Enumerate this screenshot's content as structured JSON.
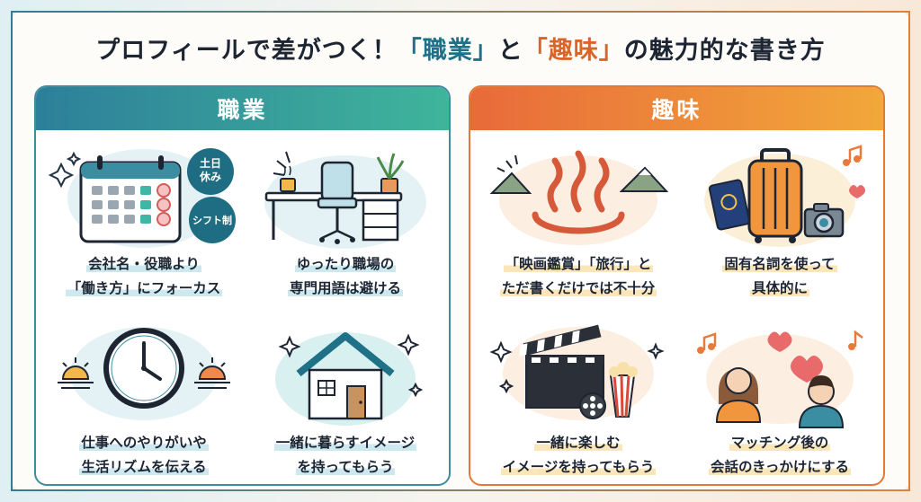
{
  "title": {
    "prefix": "プロフィールで差がつく！",
    "part1": "「職業」",
    "middle": "と",
    "part2": "「趣味」",
    "suffix": "の魅力的な書き方"
  },
  "panels": {
    "job": {
      "heading": "職業",
      "items": [
        {
          "line1": "会社名・役職より",
          "line2": "「働き方」にフォーカス",
          "badge1": "土日",
          "badge1b": "休み",
          "badge2": "シフト制"
        },
        {
          "line1": "ゆったり職場の",
          "line2": "専門用語は避ける"
        },
        {
          "line1": "仕事へのやりがいや",
          "line2": "生活リズムを伝える"
        },
        {
          "line1": "一緒に暮らすイメージ",
          "line2": "を持ってもらう"
        }
      ]
    },
    "hobby": {
      "heading": "趣味",
      "items": [
        {
          "line1": "「映画鑑賞」「旅行」と",
          "line2": "ただ書くだけでは不十分"
        },
        {
          "line1": "固有名詞を使って",
          "line2": "具体的に"
        },
        {
          "line1": "一緒に楽しむ",
          "line2": "イメージを持ってもらう"
        },
        {
          "line1": "マッチング後の",
          "line2": "会話のきっかけにする"
        }
      ]
    }
  },
  "colors": {
    "teal": "#2f7e93",
    "orange": "#e07a36",
    "text": "#1d2533"
  }
}
